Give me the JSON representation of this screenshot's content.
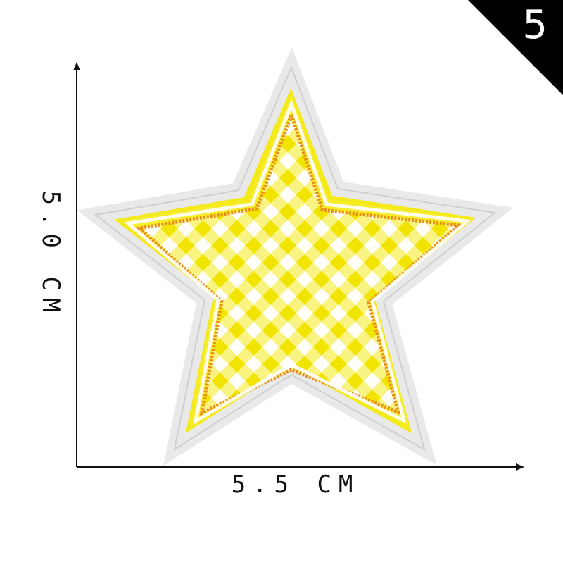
{
  "badge": {
    "number": "5"
  },
  "dimensions": {
    "width_label": "5.5 CM",
    "height_label": "5.0 CM"
  },
  "product": {
    "shape": "star",
    "pattern": "gingham",
    "colors": {
      "fill": "#f4e91a",
      "check": "#ffffff",
      "inner_stitch": "#e8901a",
      "outer_border": "#e6e6e6"
    }
  }
}
